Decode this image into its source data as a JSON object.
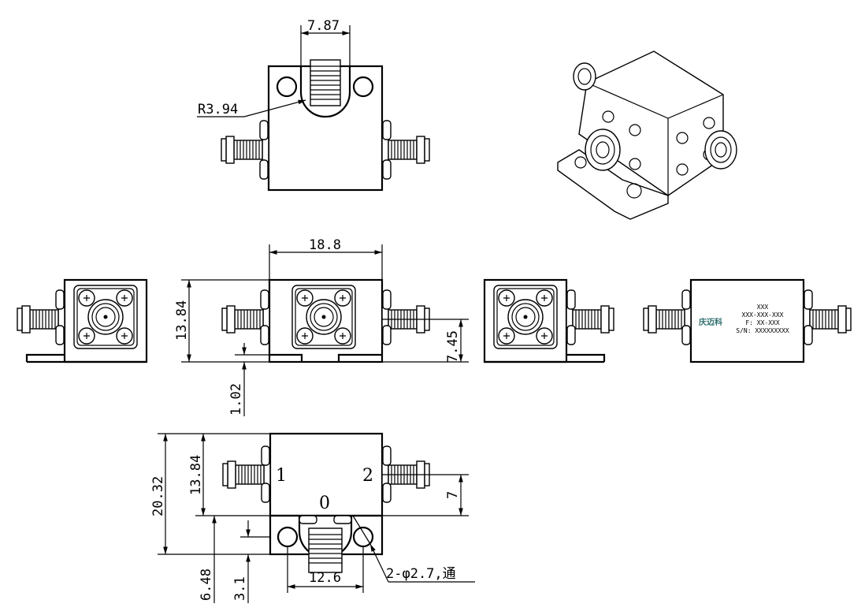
{
  "dimensions": {
    "top_width": "7.87",
    "top_radius": "R3.94",
    "front_width": "18.8",
    "front_height": "13.84",
    "front_port_height": "7.45",
    "front_flange": "1.02",
    "bottom_total": "20.32",
    "bottom_body": "13.84",
    "bottom_port": "7",
    "bottom_flange": "6.48",
    "bottom_hole_offset": "3.1",
    "bottom_hole_span": "12.6",
    "bottom_holes": "2-φ2.7,通"
  },
  "ports": {
    "p1": "1",
    "p2": "2",
    "p0": "0"
  },
  "label": {
    "logo": "庆迈科",
    "line1": "XXX",
    "line2": "XXX-XXX-XXX",
    "line3": "F: XX-XXX",
    "line4": "S/N: XXXXXXXXX"
  }
}
